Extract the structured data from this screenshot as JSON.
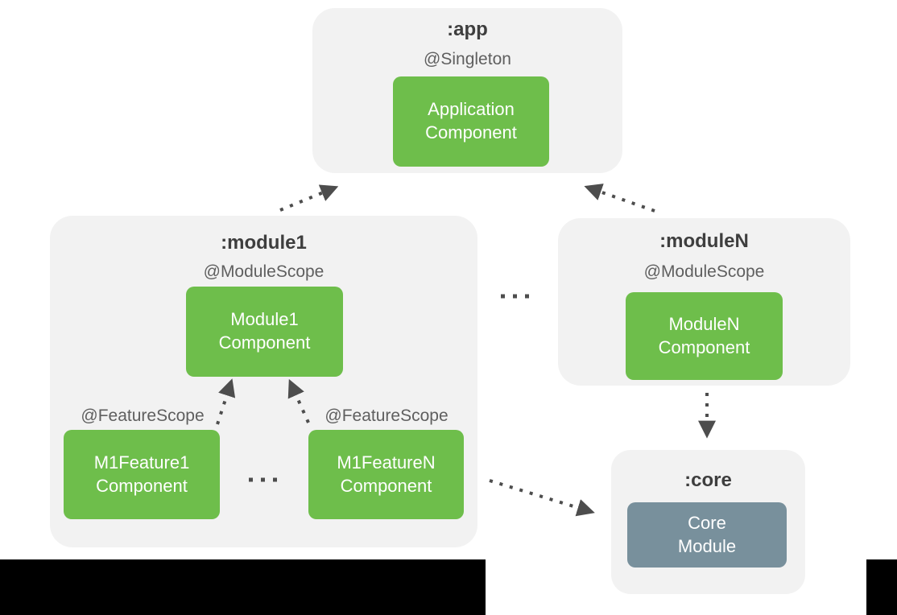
{
  "colors": {
    "canvas_bg": "#FFFFFF",
    "container_bg": "#F2F2F2",
    "component_green": "#6EBE4B",
    "core_blue_gray": "#78909C",
    "title_text": "#3E3E3E",
    "scope_text": "#5F5F5F",
    "component_text": "#FFFFFF",
    "arrow": "#4D4D4D",
    "letterbox_black": "#000000"
  },
  "diagram": {
    "app": {
      "title": ":app",
      "scope": "@Singleton",
      "component_text": "Application\nComponent"
    },
    "module1": {
      "title": ":module1",
      "scope": "@ModuleScope",
      "component_text": "Module1\nComponent",
      "feature1": {
        "scope": "@FeatureScope",
        "component_text": "M1Feature1\nComponent"
      },
      "featureN": {
        "scope": "@FeatureScope",
        "component_text": "M1FeatureN\nComponent"
      },
      "features_ellipsis": "dot-dot-dot"
    },
    "moduleN": {
      "title": ":moduleN",
      "scope": "@ModuleScope",
      "component_text": "ModuleN\nComponent"
    },
    "core": {
      "title": ":core",
      "component_text": "Core\nModule"
    },
    "modules_ellipsis": "dot-dot-dot",
    "arrows": [
      "module1-to-app",
      "moduleN-to-app",
      "feature1-to-module1-component",
      "featureN-to-module1-component",
      "module1-to-core",
      "moduleN-to-core"
    ]
  }
}
